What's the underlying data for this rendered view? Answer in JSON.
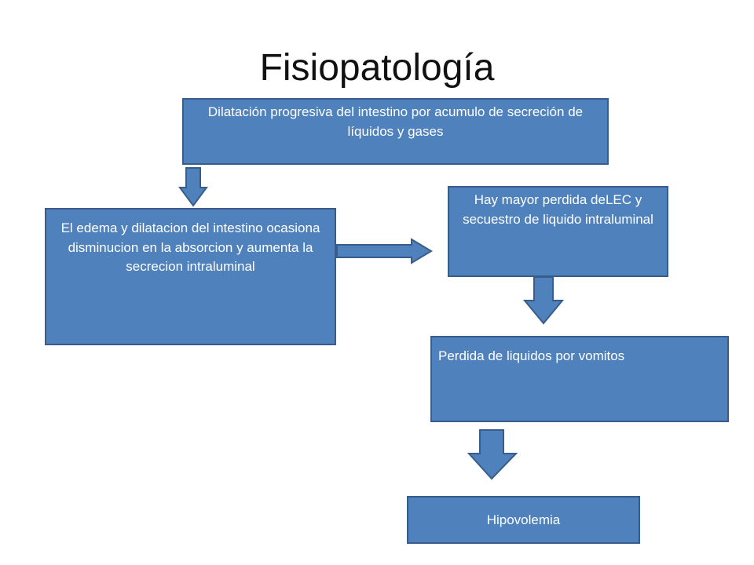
{
  "title": "Fisiopatología",
  "colors": {
    "box_fill": "#4F81BD",
    "box_border": "#385D8A",
    "text": "#FFFFFF"
  },
  "boxes": {
    "dilatacion": "Dilatación progresiva del intestino por acumulo de secreción de líquidos y gases",
    "edema": "El edema y dilatacion del intestino ocasiona disminucion en la absorcion y aumenta la secrecion intraluminal",
    "perdida_lec": "Hay mayor perdida deLEC y secuestro de liquido intraluminal",
    "vomitos": "Perdida de liquidos por vomitos",
    "hipovolemia": "Hipovolemia"
  }
}
